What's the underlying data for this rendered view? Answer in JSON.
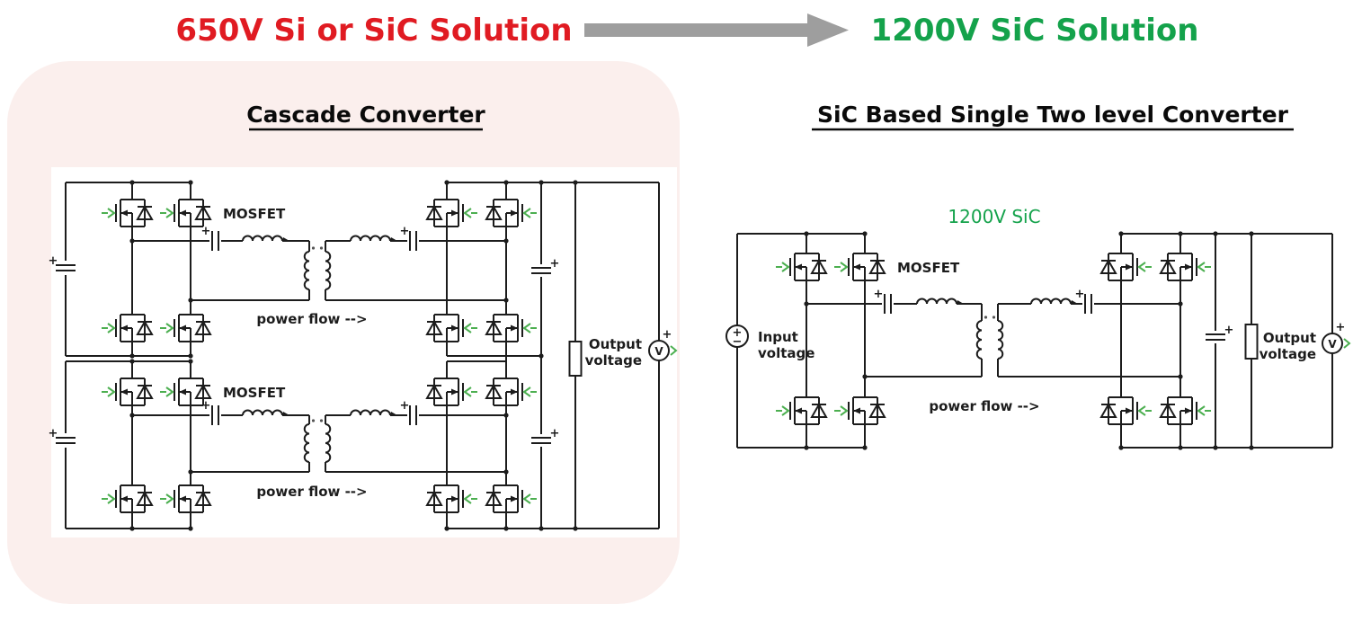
{
  "header": {
    "left_title": "650V Si or SiC Solution",
    "right_title": "1200V SiC Solution",
    "left_title_color": "#e01b22",
    "right_title_color": "#14a24b",
    "arrow_color": "#9e9e9e"
  },
  "left_panel": {
    "title": "Cascade Converter",
    "background_color": "#fbefed"
  },
  "right_panel": {
    "title": "SiC Based Single Two level Converter"
  },
  "labels": {
    "mosfet": "MOSFET",
    "power_flow": "power flow -->",
    "sic_badge": "1200V SiC",
    "input_line1": "Input",
    "input_line2": "voltage",
    "output_line1": "Output",
    "output_line2": "voltage",
    "voltmeter": "V",
    "plus": "+",
    "minus": "−"
  },
  "colors": {
    "wire": "#1c1c1c",
    "gate_green": "#4caf50"
  }
}
